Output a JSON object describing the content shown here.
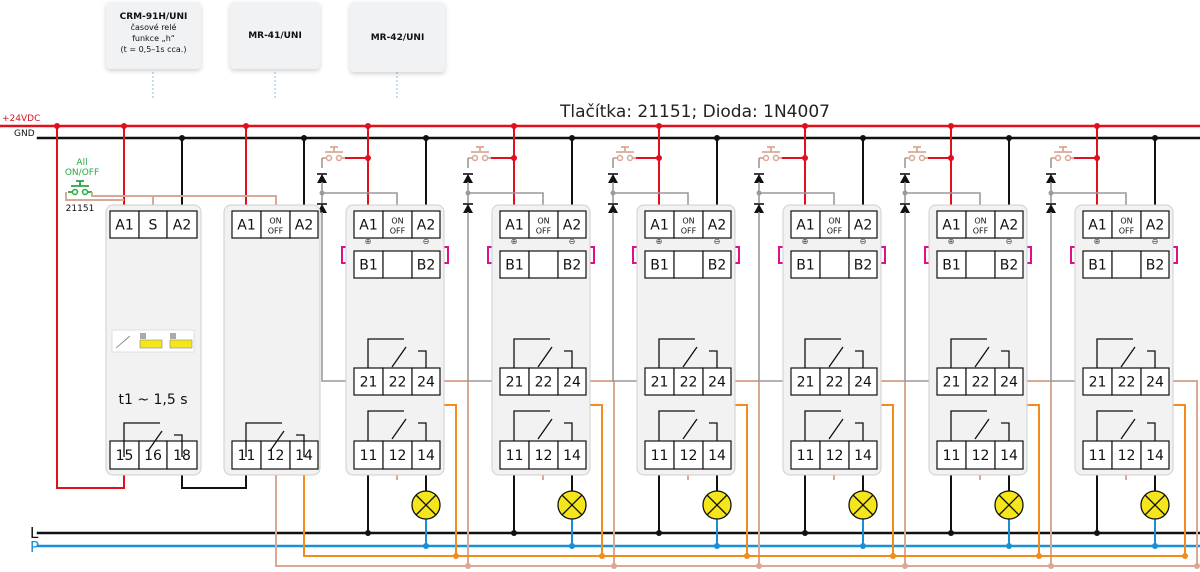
{
  "header_cards": [
    {
      "title": "CRM-91H/UNI",
      "lines": [
        "časové relé",
        "funkce „h“",
        "(t = 0,5–1s cca.)"
      ]
    },
    {
      "title": "MR-41/UNI",
      "lines": []
    },
    {
      "title": "MR-42/UNI",
      "lines": []
    }
  ],
  "diagram_title": "Tlačítka: 21151; Dioda: 1N4007",
  "rails": {
    "vdc": "+24VDC",
    "gnd": "GND",
    "l": "L",
    "p": "P"
  },
  "all_button": {
    "line1": "All",
    "line2": "ON/OFF",
    "code": "21151"
  },
  "timer_relay": {
    "top_terminals": [
      "A1",
      "S",
      "A2"
    ],
    "bottom_terminals": [
      "15",
      "16",
      "18"
    ],
    "time_label": "t1 ~ 1,5 s"
  },
  "master_relay": {
    "top_terminals": [
      "A1",
      "ON",
      "OFF",
      "A2"
    ],
    "bottom_terminals": [
      "11",
      "12",
      "14"
    ]
  },
  "slave_relay": {
    "top_terminals": [
      "A1",
      "ON",
      "OFF",
      "A2"
    ],
    "middle_terminals": [
      "B1",
      "B2"
    ],
    "contacts_1": [
      "21",
      "22",
      "24"
    ],
    "contacts_2": [
      "11",
      "12",
      "14"
    ],
    "plus": "⊕",
    "minus": "⊖",
    "count": 6
  },
  "colors": {
    "red": "#e0101e",
    "black": "#111111",
    "orange": "#f28c1c",
    "tan": "#d9a994",
    "blue": "#1a8fd6",
    "green": "#2aa844",
    "magenta": "#e0108c",
    "grey": "#9a9a9a",
    "lamp": "#f5e61c"
  }
}
